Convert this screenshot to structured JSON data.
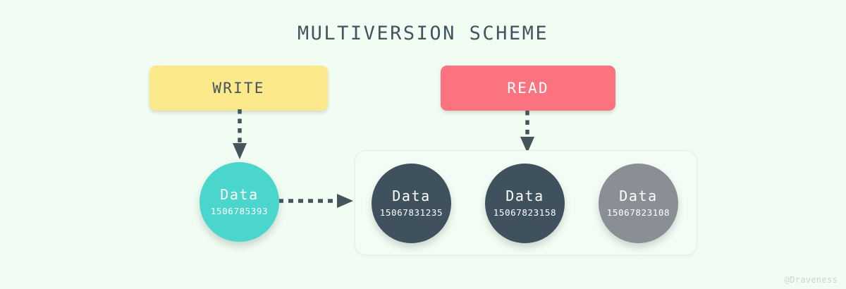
{
  "diagram": {
    "title": "MULTIVERSION SCHEME",
    "background_color": "#f1fcf2",
    "watermark": "@Draveness",
    "operations": [
      {
        "label": "WRITE",
        "color": "#fbe98c",
        "text_color": "#44555d"
      },
      {
        "label": "READ",
        "color": "#fa737f",
        "text_color": "#ffffff"
      }
    ],
    "current_version": {
      "title": "Data",
      "id": "1506785393",
      "color": "#4ad6cd"
    },
    "stored_versions": [
      {
        "title": "Data",
        "id": "15067831235",
        "color": "#3e515c"
      },
      {
        "title": "Data",
        "id": "15067823158",
        "color": "#3e515c"
      },
      {
        "title": "Data",
        "id": "15067823108",
        "color": "#8a8f96"
      }
    ],
    "arrows": [
      {
        "name": "write-to-current",
        "style": "dashed",
        "direction": "down",
        "color": "#44555d"
      },
      {
        "name": "read-to-versions",
        "style": "dashed",
        "direction": "down",
        "color": "#44555d"
      },
      {
        "name": "current-to-versions",
        "style": "dashed",
        "direction": "right",
        "color": "#44555d"
      }
    ]
  }
}
